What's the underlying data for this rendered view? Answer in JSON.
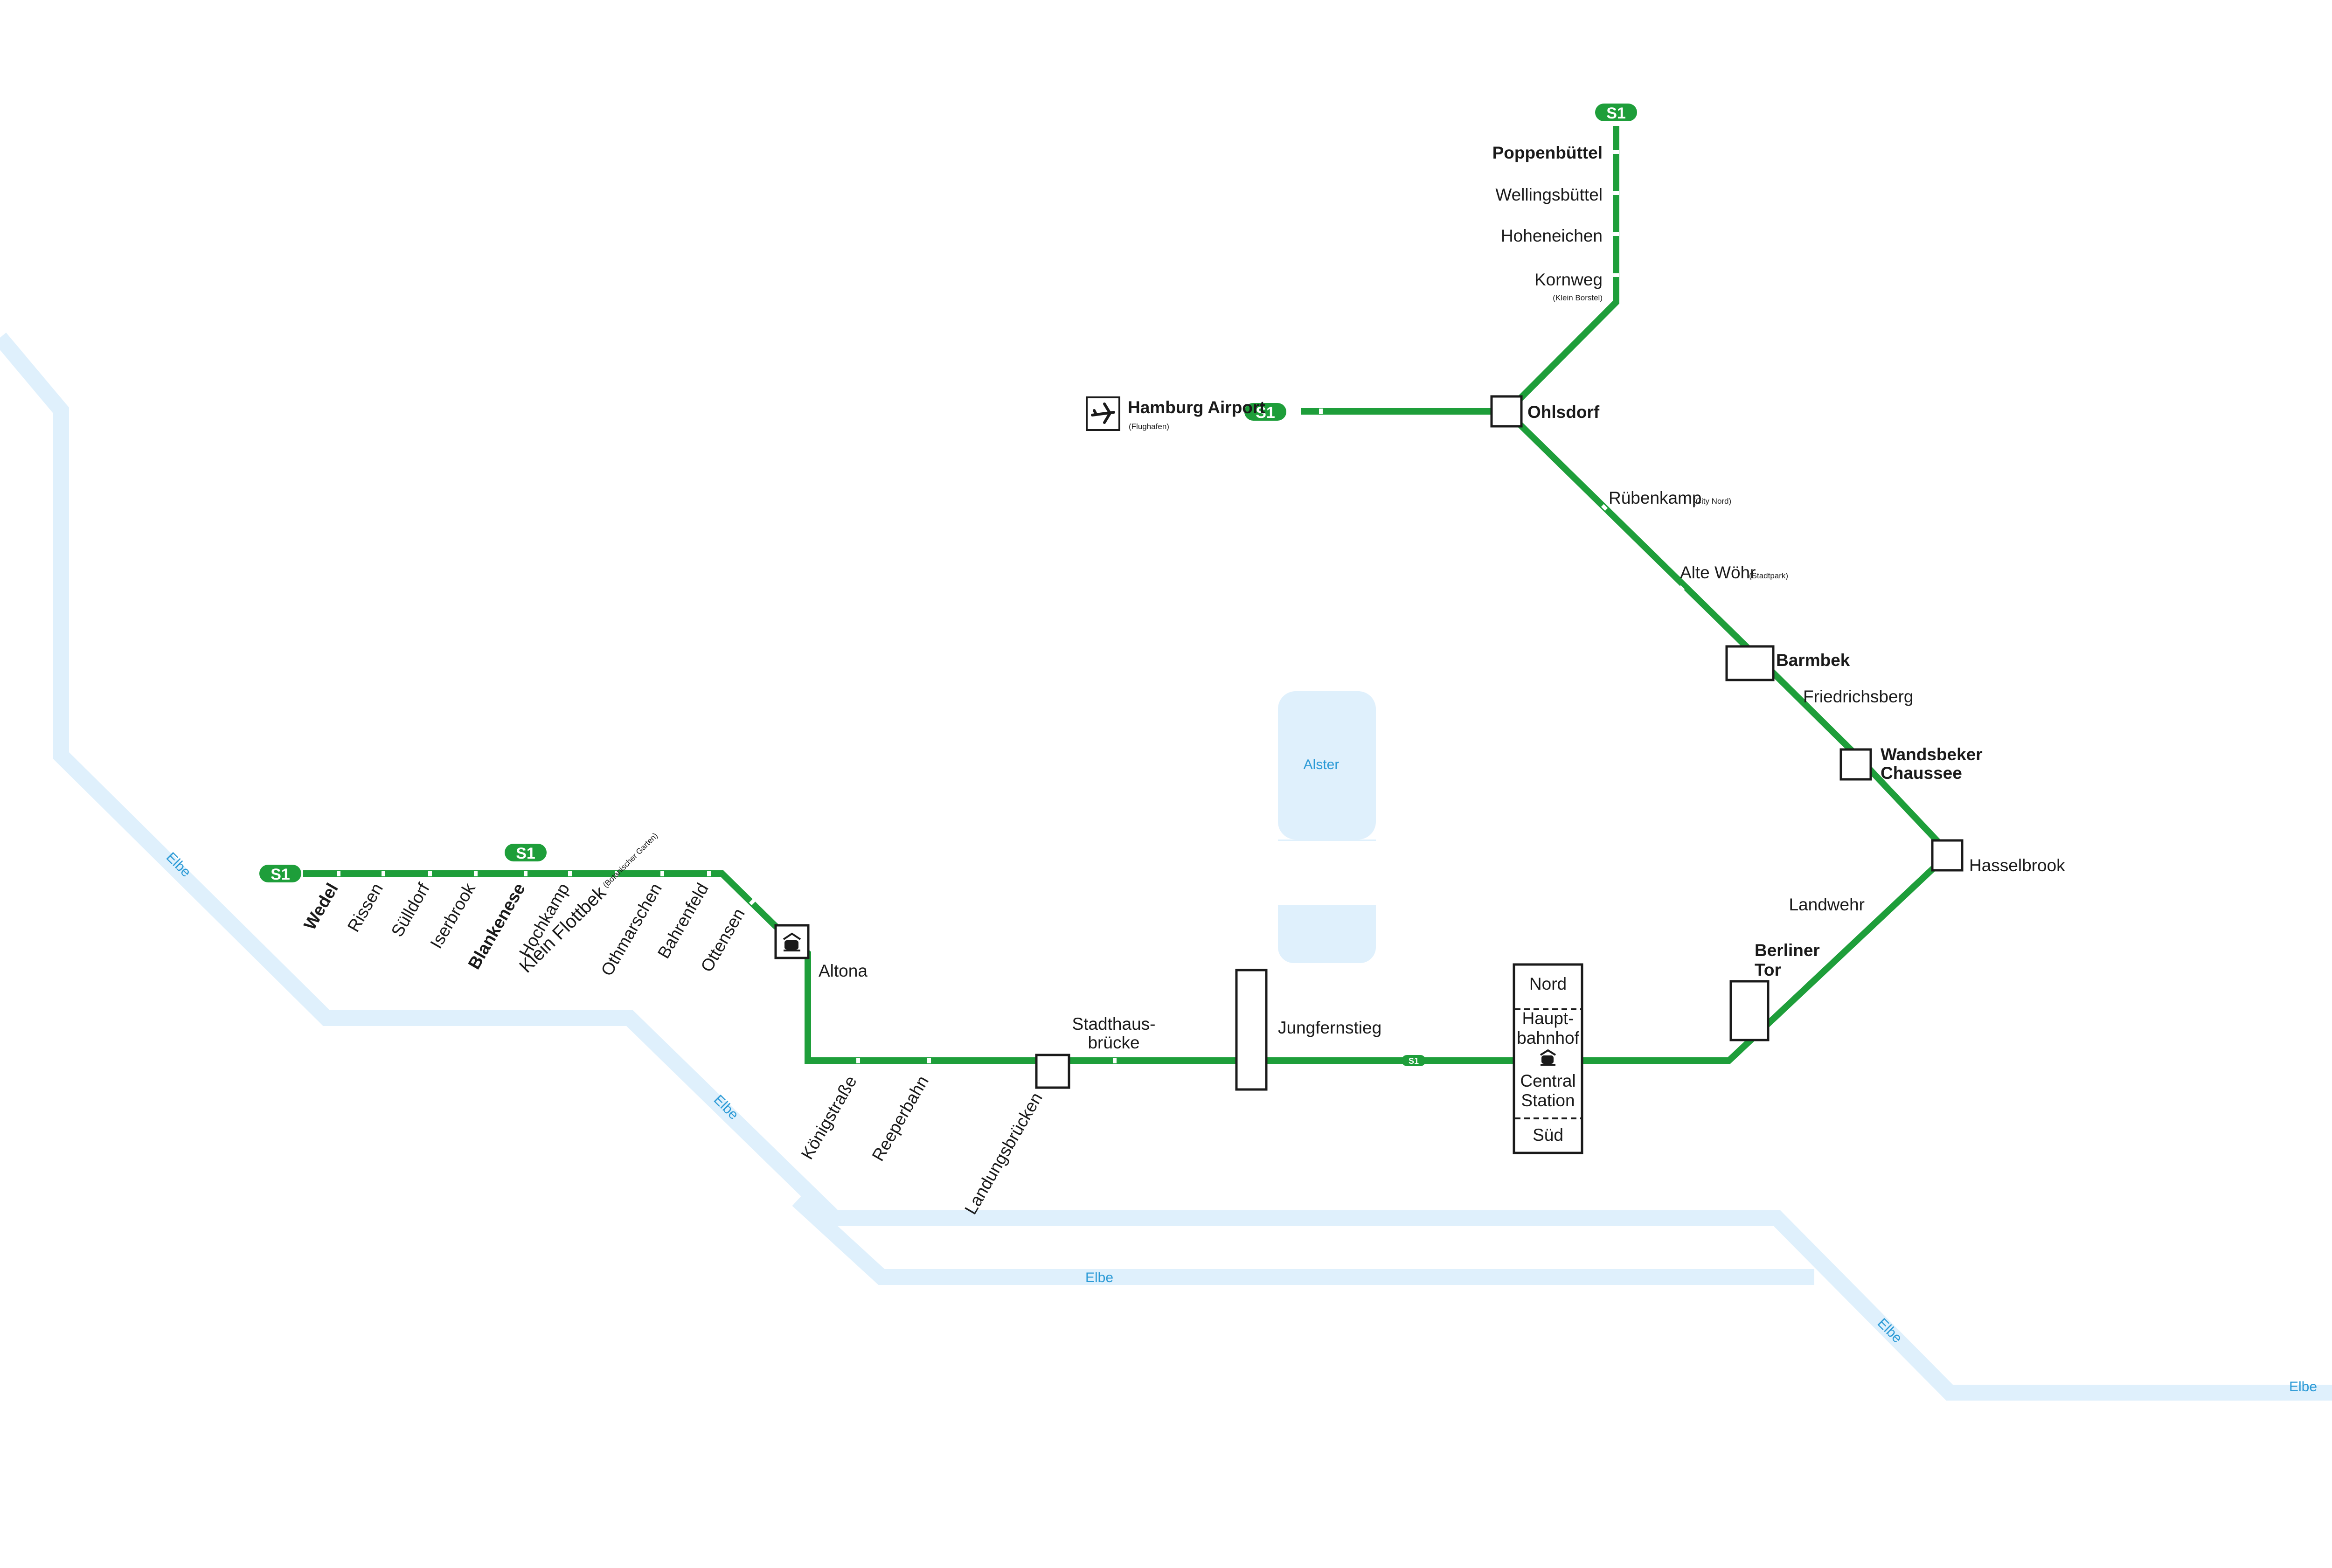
{
  "line": {
    "name": "S1",
    "color": "#1e9e3a",
    "water_color": "#dff0fc",
    "river_label_color": "#2b9ad6"
  },
  "water": {
    "river_name": "Elbe",
    "lake_name": "Alster"
  },
  "stations": {
    "wedel": "Wedel",
    "rissen": "Rissen",
    "suelldorf": "Sülldorf",
    "iserbrook": "Iserbrook",
    "blankenese": "Blankenese",
    "hochkamp": "Hochkamp",
    "klein_flottbek": "Klein Flottbek",
    "klein_flottbek_sub": "(Botanischer Garten)",
    "othmarschen": "Othmarschen",
    "bahrenfeld": "Bahrenfeld",
    "ottensen": "Ottensen",
    "altona": "Altona",
    "koenigstrasse": "Königstraße",
    "reeperbahn": "Reeperbahn",
    "landungsbruecken": "Landungsbrücken",
    "stadthausbruecke_1": "Stadthaus-",
    "stadthausbruecke_2": "brücke",
    "jungfernstieg": "Jungfernstieg",
    "hbf_nord": "Nord",
    "hbf_1": "Haupt-",
    "hbf_2": "bahnhof",
    "hbf_3": "Central",
    "hbf_4": "Station",
    "hbf_sued": "Süd",
    "berliner_tor_1": "Berliner",
    "berliner_tor_2": "Tor",
    "landwehr": "Landwehr",
    "hasselbrook": "Hasselbrook",
    "wandsbeker_1": "Wandsbeker",
    "wandsbeker_2": "Chaussee",
    "friedrichsberg": "Friedrichsberg",
    "barmbek": "Barmbek",
    "alte_woehr": "Alte Wöhr",
    "alte_woehr_sub": "(Stadtpark)",
    "ruebenkamp": "Rübenkamp",
    "ruebenkamp_sub": "(City Nord)",
    "ohlsdorf": "Ohlsdorf",
    "airport": "Hamburg Airport",
    "airport_sub": "(Flughafen)",
    "kornweg": "Kornweg",
    "kornweg_sub": "(Klein Borstel)",
    "hoheneichen": "Hoheneichen",
    "wellingsbuettel": "Wellingsbüttel",
    "poppenbuettel": "Poppenbüttel"
  },
  "icons": [
    "airplane-icon",
    "train-station-icon"
  ]
}
